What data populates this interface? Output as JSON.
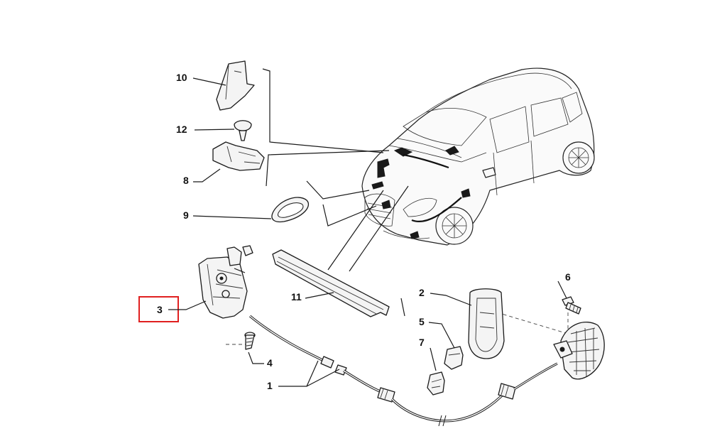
{
  "callouts": {
    "p10": "10",
    "p12": "12",
    "p8": "8",
    "p9": "9",
    "p3": "3",
    "p11": "11",
    "p2": "2",
    "p6": "6",
    "p5": "5",
    "p7": "7",
    "p4": "4",
    "p1": "1"
  },
  "highlight": {
    "part": "3",
    "color": "#e02020"
  }
}
